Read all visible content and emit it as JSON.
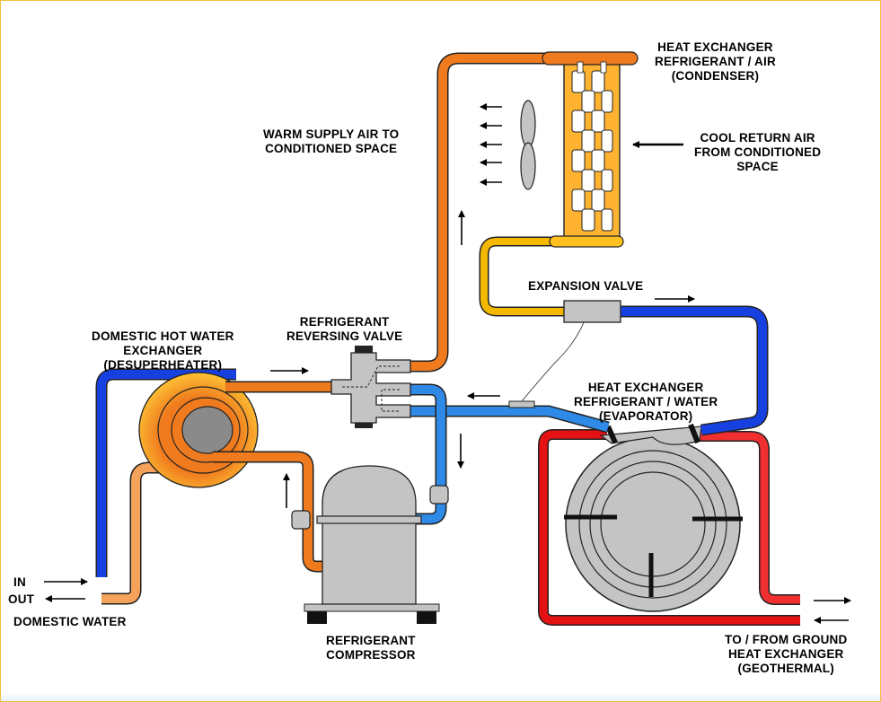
{
  "colors": {
    "hot_gas": "#f07b1e",
    "liquid": "#f5b800",
    "cold": "#1740e0",
    "suction": "#2e8ae6",
    "ground_loop": "#e41212",
    "water_out": "#f5a25a",
    "component_gray": "#c4c4c4",
    "outline": "#222222"
  },
  "labels": {
    "condenser": [
      "HEAT EXCHANGER",
      "REFRIGERANT / AIR",
      "(CONDENSER)"
    ],
    "return_air": [
      "COOL RETURN AIR",
      "FROM CONDITIONED",
      "SPACE"
    ],
    "supply_air": [
      "WARM SUPPLY AIR TO",
      "CONDITIONED SPACE"
    ],
    "expansion_valve": [
      "EXPANSION VALVE"
    ],
    "reversing_valve": [
      "REFRIGERANT",
      "REVERSING VALVE"
    ],
    "desuperheater": [
      "DOMESTIC HOT WATER",
      "EXCHANGER",
      "(DESUPERHEATER)"
    ],
    "evaporator": [
      "HEAT EXCHANGER",
      "REFRIGERANT / WATER",
      "(EVAPORATOR)"
    ],
    "compressor": [
      "REFRIGERANT",
      "COMPRESSOR"
    ],
    "ground": [
      "TO / FROM GROUND",
      "HEAT EXCHANGER",
      "(GEOTHERMAL)"
    ],
    "water_in": "IN",
    "water_out": "OUT",
    "domestic_water": "DOMESTIC WATER"
  },
  "icons": [
    "fan-icon",
    "flow-arrow-icon"
  ]
}
